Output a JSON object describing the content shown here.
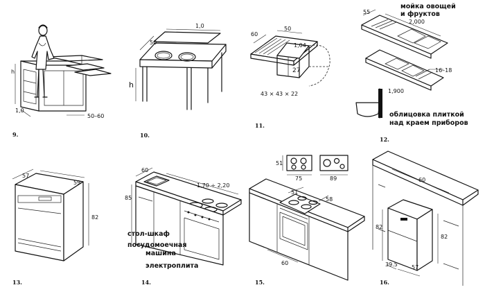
{
  "figures": {
    "f9": {
      "number": "9.",
      "dims": {
        "h": "h",
        "depth": "1,0",
        "width": "50–60"
      }
    },
    "f10": {
      "number": "10.",
      "dims": {
        "a": "50",
        "b": "1,0",
        "h": "h"
      }
    },
    "f11": {
      "number": "11.",
      "dims": {
        "a": "60",
        "b": "50",
        "c": "1,04",
        "d": "27",
        "e": "43 × 43 × 22"
      }
    },
    "f12": {
      "number": "12.",
      "dims": {
        "a": "55",
        "b": "2,000",
        "c": "16–18",
        "d": "1,900"
      },
      "labels": {
        "top": "мойка овощей",
        "top2": "и фруктов",
        "bottom": "облицовка плиткой",
        "bottom2": "над краем приборов"
      }
    },
    "f13": {
      "number": "13.",
      "dims": {
        "a": "57",
        "b": "59",
        "c": "82"
      }
    },
    "f14": {
      "number": "14.",
      "dims": {
        "a": "60",
        "b": "1,70 ÷ 2,20",
        "c": "85"
      },
      "labels": {
        "l1": "стол-шкаф",
        "l2": "посудомоечная",
        "l3": "машина",
        "l4": "электроплита"
      }
    },
    "f15": {
      "number": "15.",
      "dims": {
        "a": "51",
        "b": "75",
        "c": "89",
        "d": "51",
        "e": "58",
        "f": "60"
      }
    },
    "f16": {
      "number": "16.",
      "dims": {
        "a": "60",
        "b": "82",
        "c": "82",
        "d": "39.5",
        "e": "57"
      }
    }
  }
}
